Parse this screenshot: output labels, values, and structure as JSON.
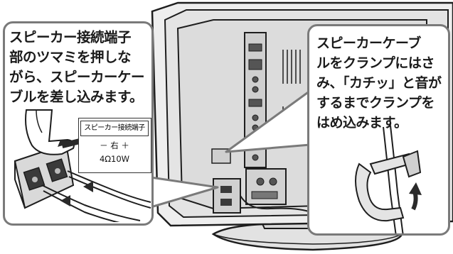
{
  "left_callout": {
    "text": "スピーカー接続端子\n部のツマミを押しな\nがら、スピーカーケー\nブルを差し込みます。"
  },
  "terminal_label": {
    "title": "スピーカー接続端子",
    "polarity": "－ 右 ＋",
    "rating": "4Ω10W"
  },
  "right_callout": {
    "text": "スピーカーケーブ\nルをクランプにはさ\nみ、「カチッ」と音が\nするまでクランプを\nはめ込みます。"
  },
  "colors": {
    "callout_border": "#7a7a7a",
    "tv_body": "#e6e6e6",
    "line": "#1e1e1e",
    "arrow": "#2a2a2a"
  }
}
